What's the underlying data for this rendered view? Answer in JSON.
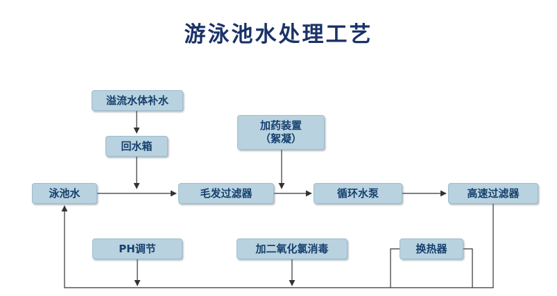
{
  "title": "游泳池水处理工艺",
  "colors": {
    "box_fill": "#b9d2df",
    "box_border": "#9cbccd",
    "box_text": "#16406e",
    "title_text": "#1a3268",
    "line_color": "#333333"
  },
  "nodes": {
    "overflow_supply": {
      "label": "溢流水体补水"
    },
    "return_tank": {
      "label": "回水箱"
    },
    "dosing_device": {
      "label": "加药装置",
      "label2": "（絮凝）"
    },
    "pool_water": {
      "label": "泳池水"
    },
    "hair_filter": {
      "label": "毛发过滤器"
    },
    "circulation_pump": {
      "label": "循环水泵"
    },
    "high_speed_filter": {
      "label": "高速过滤器"
    },
    "ph_adjust": {
      "label": "PH调节"
    },
    "chlorine_dioxide": {
      "label": "加二氧化氯消毒"
    },
    "heat_exchanger": {
      "label": "换热器"
    }
  }
}
